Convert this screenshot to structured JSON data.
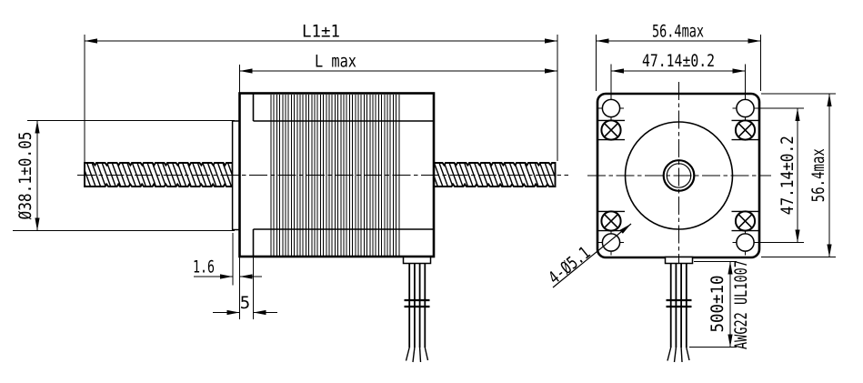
{
  "drawing": {
    "side_view": {
      "dim_overall_length": "L1±1",
      "dim_body_length": "L max",
      "dim_boss_diameter": "Ø38.1±0.05",
      "dim_boss_thickness": "1.6",
      "dim_pilot_length": "5"
    },
    "front_view": {
      "dim_width": "56.4max",
      "dim_hole_spacing_horizontal": "47.14±0.2",
      "dim_hole_spacing_vertical": "47.14±0.2",
      "dim_height": "56.4max",
      "dim_mounting_holes": "4-Ø5.1",
      "dim_lead_length": "500±10",
      "lead_wire_spec": "AWG22 UL1007"
    },
    "colors": {
      "line": "#000000",
      "background": "#ffffff"
    }
  }
}
